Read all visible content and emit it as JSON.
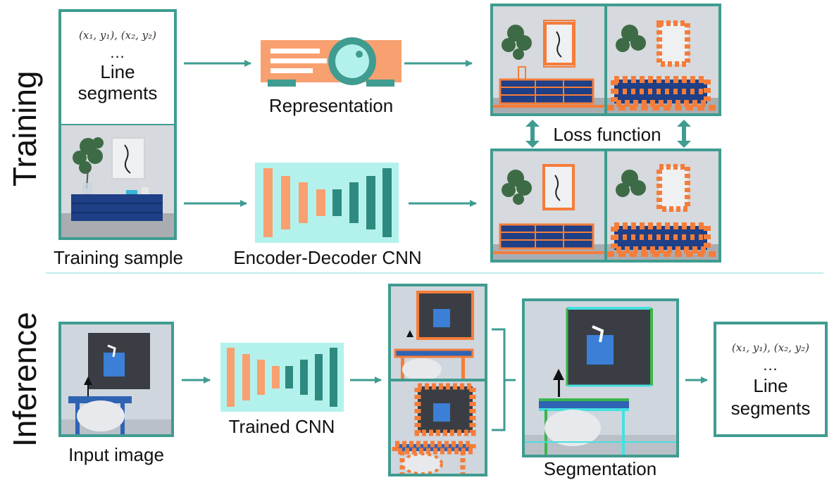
{
  "sections": {
    "training": "Training",
    "inference": "Inference"
  },
  "training": {
    "line_segments_box": {
      "math": "(x₁, y₁), (x₂, y₂)",
      "ellipsis": "...",
      "label_line1": "Line",
      "label_line2": "segments"
    },
    "sample_caption": "Training sample",
    "representation_caption": "Representation",
    "cnn_caption": "Encoder-Decoder CNN",
    "loss_caption": "Loss function"
  },
  "inference": {
    "input_caption": "Input image",
    "cnn_caption": "Trained CNN",
    "segmentation_caption": "Segmentation",
    "output_box": {
      "math": "(x₁, y₁), (x₂, y₂)",
      "ellipsis": "...",
      "label_line1": "Line",
      "label_line2": "segments"
    }
  },
  "colors": {
    "teal": "#3f9c90",
    "orange": "#f57d3a",
    "light_orange": "#f8a070",
    "dark_teal": "#2e8a80",
    "mint": "#b3f2ec",
    "divider": "#bfeeea"
  }
}
